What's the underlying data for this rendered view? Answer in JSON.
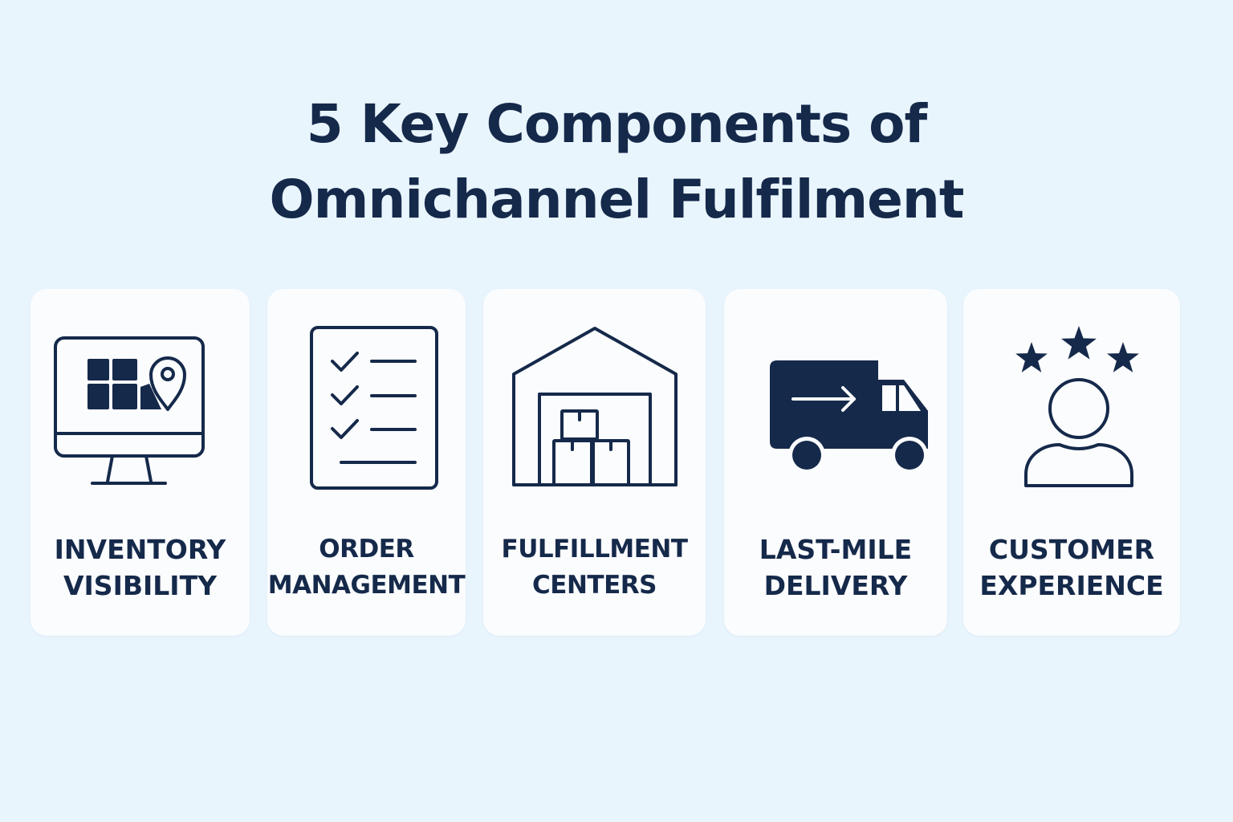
{
  "title": {
    "line1": "5 Key Components of",
    "line2": "Omnichannel Fulfilment"
  },
  "colors": {
    "background": "#e9f5fd",
    "card": "#fafcfe",
    "ink": "#15294a"
  },
  "components": [
    {
      "icon": "monitor-map-icon",
      "line1": "INVENTORY",
      "line2": "VISIBILITY"
    },
    {
      "icon": "checklist-icon",
      "line1": "ORDER",
      "line2": "MANAGEMENT"
    },
    {
      "icon": "warehouse-icon",
      "line1": "FULFILLMENT",
      "line2": "CENTERS"
    },
    {
      "icon": "delivery-truck-icon",
      "line1": "LAST-MILE",
      "line2": "DELIVERY"
    },
    {
      "icon": "customer-rating-icon",
      "line1": "CUSTOMER",
      "line2": "EXPERIENCE"
    }
  ]
}
